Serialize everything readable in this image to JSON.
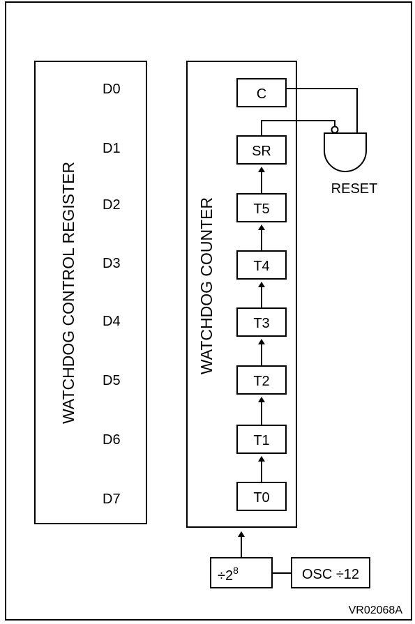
{
  "register": {
    "title": "WATCHDOG CONTROL REGISTER",
    "bits": [
      "D0",
      "D1",
      "D2",
      "D3",
      "D4",
      "D5",
      "D6",
      "D7"
    ]
  },
  "counter": {
    "title": "WATCHDOG COUNTER",
    "stages": [
      "C",
      "SR",
      "T5",
      "T4",
      "T3",
      "T2",
      "T1",
      "T0"
    ]
  },
  "gate": {
    "label": "RESET"
  },
  "prescaler": {
    "base": "÷2",
    "exponent": "8"
  },
  "oscillator": {
    "label": "OSC ÷12"
  },
  "figure_code": "VR02068A"
}
